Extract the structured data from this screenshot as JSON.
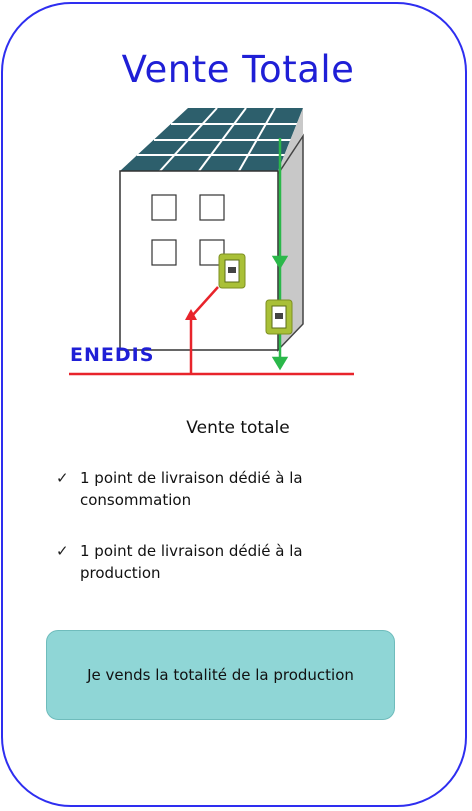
{
  "title": "Vente Totale",
  "illustration": {
    "brand": "ENEDIS",
    "icons": [
      "house-icon",
      "solar-panel-icon",
      "meter-icon",
      "grid-line-icon"
    ]
  },
  "subtitle": "Vente totale",
  "bullets": [
    "1 point de livraison dédié à la consommation",
    "1 point de livraison dédié à la production"
  ],
  "check_glyph": "✓",
  "action": "Je vends la totalité de la production",
  "colors": {
    "accent": "#2e2ef0",
    "title": "#1f1fd6",
    "action_bg": "#8fd6d6",
    "grid_line": "#e8242b",
    "prod_line": "#2bb84a",
    "panel": "#2d5f6c",
    "meter": "#a9c037"
  }
}
